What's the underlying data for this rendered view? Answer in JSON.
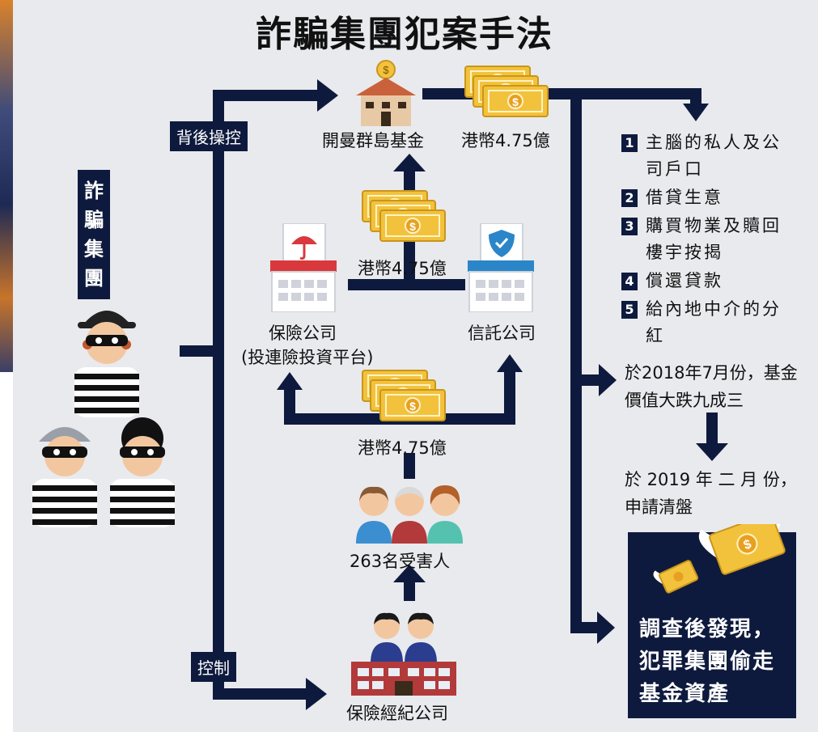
{
  "title": "詐騙集團犯案手法",
  "gang_label": "詐騙集團",
  "tags": {
    "behind_control": "背後操控",
    "control": "控制"
  },
  "nodes": {
    "fund": "開曼群島基金",
    "insurance": "保險公司",
    "insurance_sub": "(投連險投資平台)",
    "trust": "信託公司",
    "victims": "263名受害人",
    "broker": "保險經紀公司"
  },
  "amounts": {
    "top_right": "港幣4.75億",
    "middle": "港幣4.75億",
    "lower": "港幣4.75億"
  },
  "uses": [
    {
      "num": "1",
      "text": "主腦的私人及公司戶口"
    },
    {
      "num": "2",
      "text": "借貸生意"
    },
    {
      "num": "3",
      "text": "購買物業及贖回樓宇按揭"
    },
    {
      "num": "4",
      "text": "償還貸款"
    },
    {
      "num": "5",
      "text": "給內地中介的分紅"
    }
  ],
  "timeline": {
    "drop": "於2018年7月份，基金價值大跌九成三",
    "liquidation": "於 2019 年 二 月 份，申請清盤"
  },
  "finding": "調查後發現，犯罪集團偷走基金資產",
  "icons": {
    "coin": "coin-icon",
    "money": "banknote-icon",
    "building": "building-icon",
    "umbrella": "umbrella-icon",
    "shield": "shield-icon"
  },
  "colors": {
    "navy": "#0e1a3d",
    "panel": "#e9eaee",
    "money": "#f3c23c",
    "insurance_red": "#d9393c",
    "trust_blue": "#2a86c8"
  }
}
